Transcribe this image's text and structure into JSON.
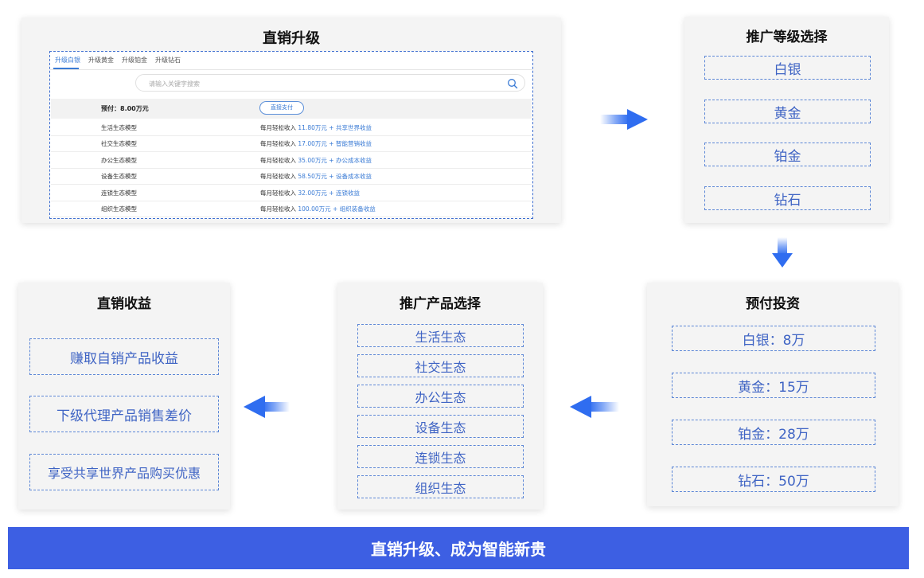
{
  "direct_upgrade": {
    "title": "直销升级",
    "tabs": [
      "升级白银",
      "升级黄金",
      "升级铂金",
      "升级钻石"
    ],
    "active_tab": 0,
    "search_placeholder": "请输入关键字搜索",
    "prepay_label": "预付：8.00万元",
    "pay_button": "直接支付",
    "rows": [
      {
        "model": "生活生态模型",
        "prefix": "每月轻松收入",
        "amount": "11.80万元",
        "plus": "+",
        "benefit": "共享世界收益"
      },
      {
        "model": "社交生态模型",
        "prefix": "每月轻松收入",
        "amount": "17.00万元",
        "plus": "+",
        "benefit": "智能营销收益"
      },
      {
        "model": "办公生态模型",
        "prefix": "每月轻松收入",
        "amount": "35.00万元",
        "plus": "+",
        "benefit": "办公成本收益"
      },
      {
        "model": "设备生态模型",
        "prefix": "每月轻松收入",
        "amount": "58.50万元",
        "plus": "+",
        "benefit": "设备成本收益"
      },
      {
        "model": "连锁生态模型",
        "prefix": "每月轻松收入",
        "amount": "32.00万元",
        "plus": "+",
        "benefit": "连锁收益"
      },
      {
        "model": "组织生态模型",
        "prefix": "每月轻松收入",
        "amount": "100.00万元",
        "plus": "+",
        "benefit": "组织装备收益"
      }
    ]
  },
  "level_select": {
    "title": "推广等级选择",
    "items": [
      "白银",
      "黄金",
      "铂金",
      "钻石"
    ]
  },
  "prepay_invest": {
    "title": "预付投资",
    "items": [
      "白银：8万",
      "黄金：15万",
      "铂金：28万",
      "钻石：50万"
    ]
  },
  "product_select": {
    "title": "推广产品选择",
    "items": [
      "生活生态",
      "社交生态",
      "办公生态",
      "设备生态",
      "连锁生态",
      "组织生态"
    ]
  },
  "direct_income": {
    "title": "直销收益",
    "items": [
      "赚取自销产品收益",
      "下级代理产品销售差价",
      "享受共享世界产品购买优惠"
    ]
  },
  "banner": "直销升级、成为智能新贵",
  "colors": {
    "accent": "#3d5fe3",
    "link": "#3a7bd5",
    "dashed": "#5b86d6"
  }
}
